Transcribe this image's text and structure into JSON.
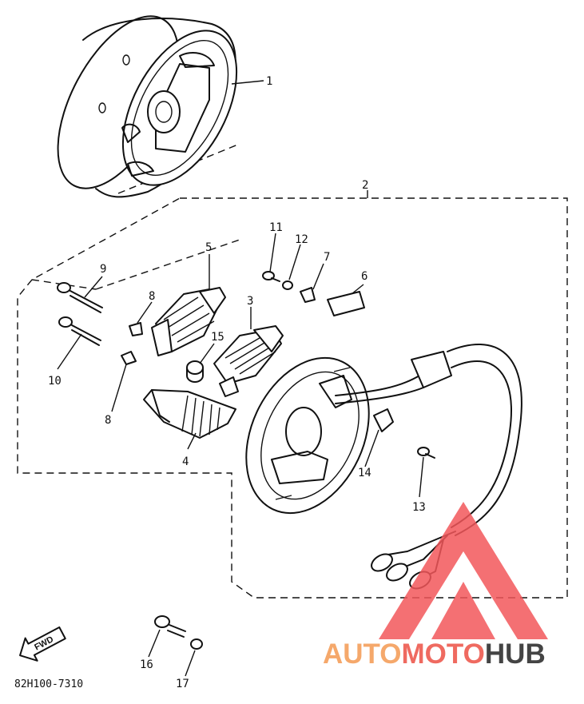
{
  "callouts": [
    "1",
    "2",
    "3",
    "4",
    "5",
    "6",
    "7",
    "8",
    "8",
    "9",
    "10",
    "11",
    "12",
    "13",
    "14",
    "15",
    "16",
    "17"
  ],
  "drawing_code": "82H100-7310",
  "fwd_label": "FWD",
  "watermark": {
    "part1": "AUTO",
    "part2": "MOTO",
    "part3": "HUB",
    "color_auto": "#f5a86b",
    "color_moto": "#ef6a60",
    "color_hub": "#444444",
    "logo_color": "#f2575a"
  }
}
